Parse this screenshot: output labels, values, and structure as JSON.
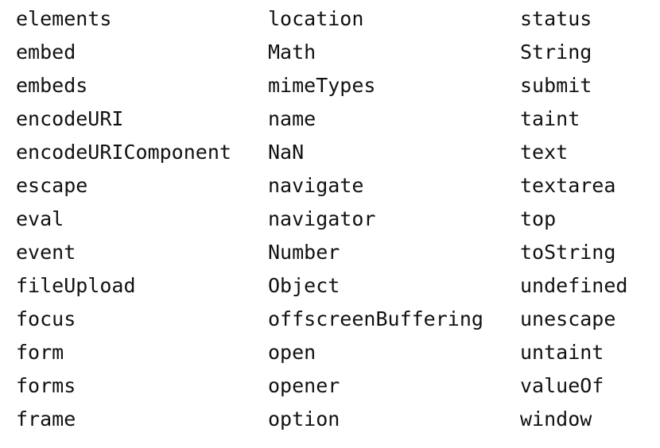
{
  "columns": [
    {
      "words": [
        "elements",
        "embed",
        "embeds",
        "encodeURI",
        "encodeURIComponent",
        "escape",
        "eval",
        "event",
        "fileUpload",
        "focus",
        "form",
        "forms",
        "frame"
      ]
    },
    {
      "words": [
        "location",
        "Math",
        "mimeTypes",
        "name",
        "NaN",
        "navigate",
        "navigator",
        "Number",
        "Object",
        "offscreenBuffering",
        "open",
        "opener",
        "option"
      ]
    },
    {
      "words": [
        "status",
        "String",
        "submit",
        "taint",
        "text",
        "textarea",
        "top",
        "toString",
        "undefined",
        "unescape",
        "untaint",
        "valueOf",
        "window"
      ]
    }
  ]
}
